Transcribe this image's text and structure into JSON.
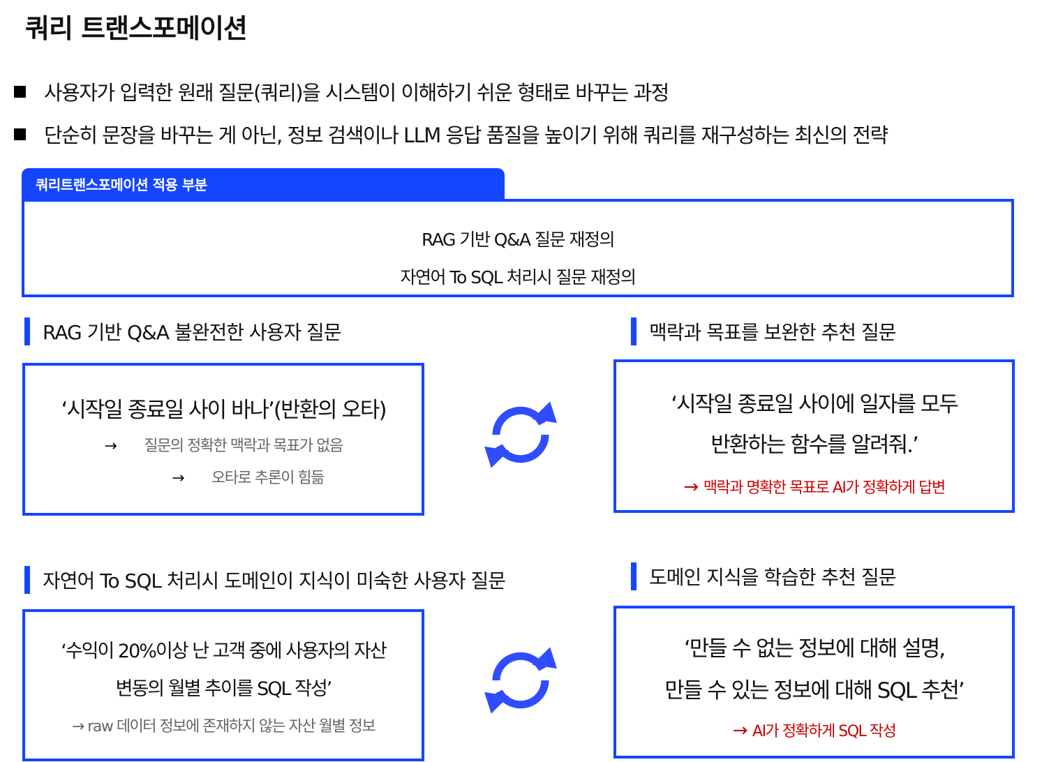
{
  "title": "쿼리 트랜스포메이션",
  "bullets": [
    "사용자가 입력한 원래 질문(쿼리)을 시스템이 이해하기 쉬운 형태로 바꾸는 과정",
    "단순히 문장을 바꾸는 게 아닌, 정보 검색이나 LLM 응답 품질을 높이기 위해 쿼리를 재구성하는 최신의 전략"
  ],
  "apply": {
    "tab_label": "쿼리트랜스포메이션  적용 부분",
    "lines": [
      "RAG 기반 Q&A 질문 재정의",
      "자연어 To SQL 처리시 질문 재정의"
    ]
  },
  "rag": {
    "left_heading": "RAG 기반 Q&A 불완전한 사용자 질문",
    "right_heading": "맥락과 목표를 보완한 추천 질문",
    "left_question": "‘시작일 종료일 사이 바나’(반환의 오타)",
    "left_notes": [
      "질문의 정확한 맥락과 목표가 없음",
      "오타로 추론이 힘듦"
    ],
    "right_question_lines": [
      "‘시작일 종료일 사이에 일자를 모두",
      "반환하는 함수를 알려줘.’"
    ],
    "right_note": "맥락과 명확한 목표로 AI가 정확하게 답변"
  },
  "sql": {
    "left_heading": "자연어 To SQL 처리시 도메인이 지식이 미숙한 사용자 질문",
    "right_heading": "도메인 지식을 학습한 추천 질문",
    "left_question_lines": [
      "‘수익이 20%이상 난 고객 중에 사용자의 자산",
      "변동의 월별 추이를 SQL 작성’"
    ],
    "left_note": "→ raw 데이터 정보에 존재하지 않는 자산 월별 정보",
    "right_question_lines": [
      "‘만들 수 없는 정보에 대해 설명,",
      "만들 수 있는 정보에 대해 SQL 추천’"
    ],
    "right_note": "AI가 정확하게 SQL 작성"
  },
  "colors": {
    "accent": "#1446ff",
    "cycle": "#2f4cff",
    "note_red": "#cc0000",
    "note_gray": "#666666"
  },
  "icons": [
    "right-arrow-icon",
    "refresh-cycle-icon",
    "red-right-arrow-icon"
  ]
}
